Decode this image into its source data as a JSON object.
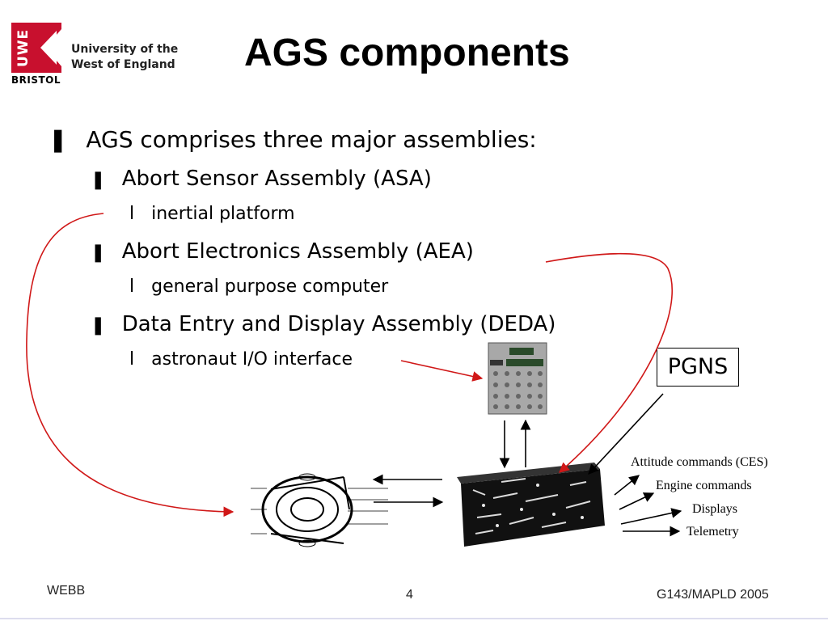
{
  "logo": {
    "mark_text": "UWE",
    "bristol": "BRISTOL",
    "university_line1": "University of the",
    "university_line2": "West of England",
    "brand_color": "#c8102e"
  },
  "title": "AGS components",
  "bullets": {
    "main": "AGS comprises three major assemblies:",
    "asa": "Abort Sensor Assembly (ASA)",
    "asa_sub": "inertial platform",
    "aea": "Abort Electronics Assembly (AEA)",
    "aea_sub": "general purpose computer",
    "deda": "Data Entry and Display Assembly (DEDA)",
    "deda_sub": "astronaut I/O interface",
    "marker_l1": "❚",
    "marker_l2": "❚",
    "marker_l3": "l"
  },
  "diagram": {
    "pgns": "PGNS",
    "outputs": [
      "Attitude commands (CES)",
      "Engine commands",
      "Displays",
      "Telemetry"
    ],
    "arrow_color": "#d01818"
  },
  "footer": {
    "left": "WEBB",
    "page": "4",
    "right": "G143/MAPLD 2005"
  }
}
